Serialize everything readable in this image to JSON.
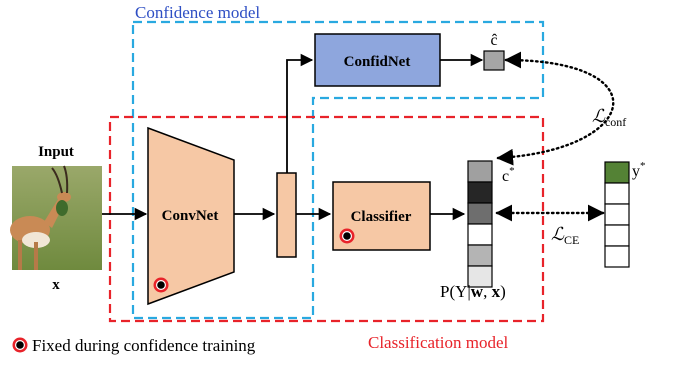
{
  "titles": {
    "confidence_model": "Confidence model",
    "classification_model": "Classification model",
    "input_label": "Input",
    "input_var": "x"
  },
  "blocks": {
    "confidnet": "ConfidNet",
    "convnet": "ConvNet",
    "classifier": "Classifier"
  },
  "symbols": {
    "c_hat": "ĉ",
    "c_star": "c*",
    "y_star": "y*",
    "loss_conf": "ℒ",
    "loss_conf_sub": "conf",
    "loss_ce": "ℒ",
    "loss_ce_sub": "CE",
    "prob_pre": "P(Y|",
    "prob_w": "w",
    "prob_mid": ", ",
    "prob_x": "x",
    "prob_post": ")"
  },
  "legend": {
    "fixed_text": "Fixed during confidence training"
  },
  "colors": {
    "confidence_box": "#29a9e0",
    "classification_box": "#e8232a",
    "confidnet_fill": "#8ea6dd",
    "salmon_fill": "#f6c8a5",
    "c_hat_fill": "#a6a6a6",
    "target_green": "#548235",
    "fixed_marker": "#e8232a"
  },
  "prob_vector_shades": [
    "#a0a0a0",
    "#262626",
    "#6e6e6e",
    "#ffffff",
    "#b4b4b4",
    "#e6e6e6"
  ],
  "target_vector_onehot": [
    1,
    0,
    0,
    0,
    0
  ]
}
